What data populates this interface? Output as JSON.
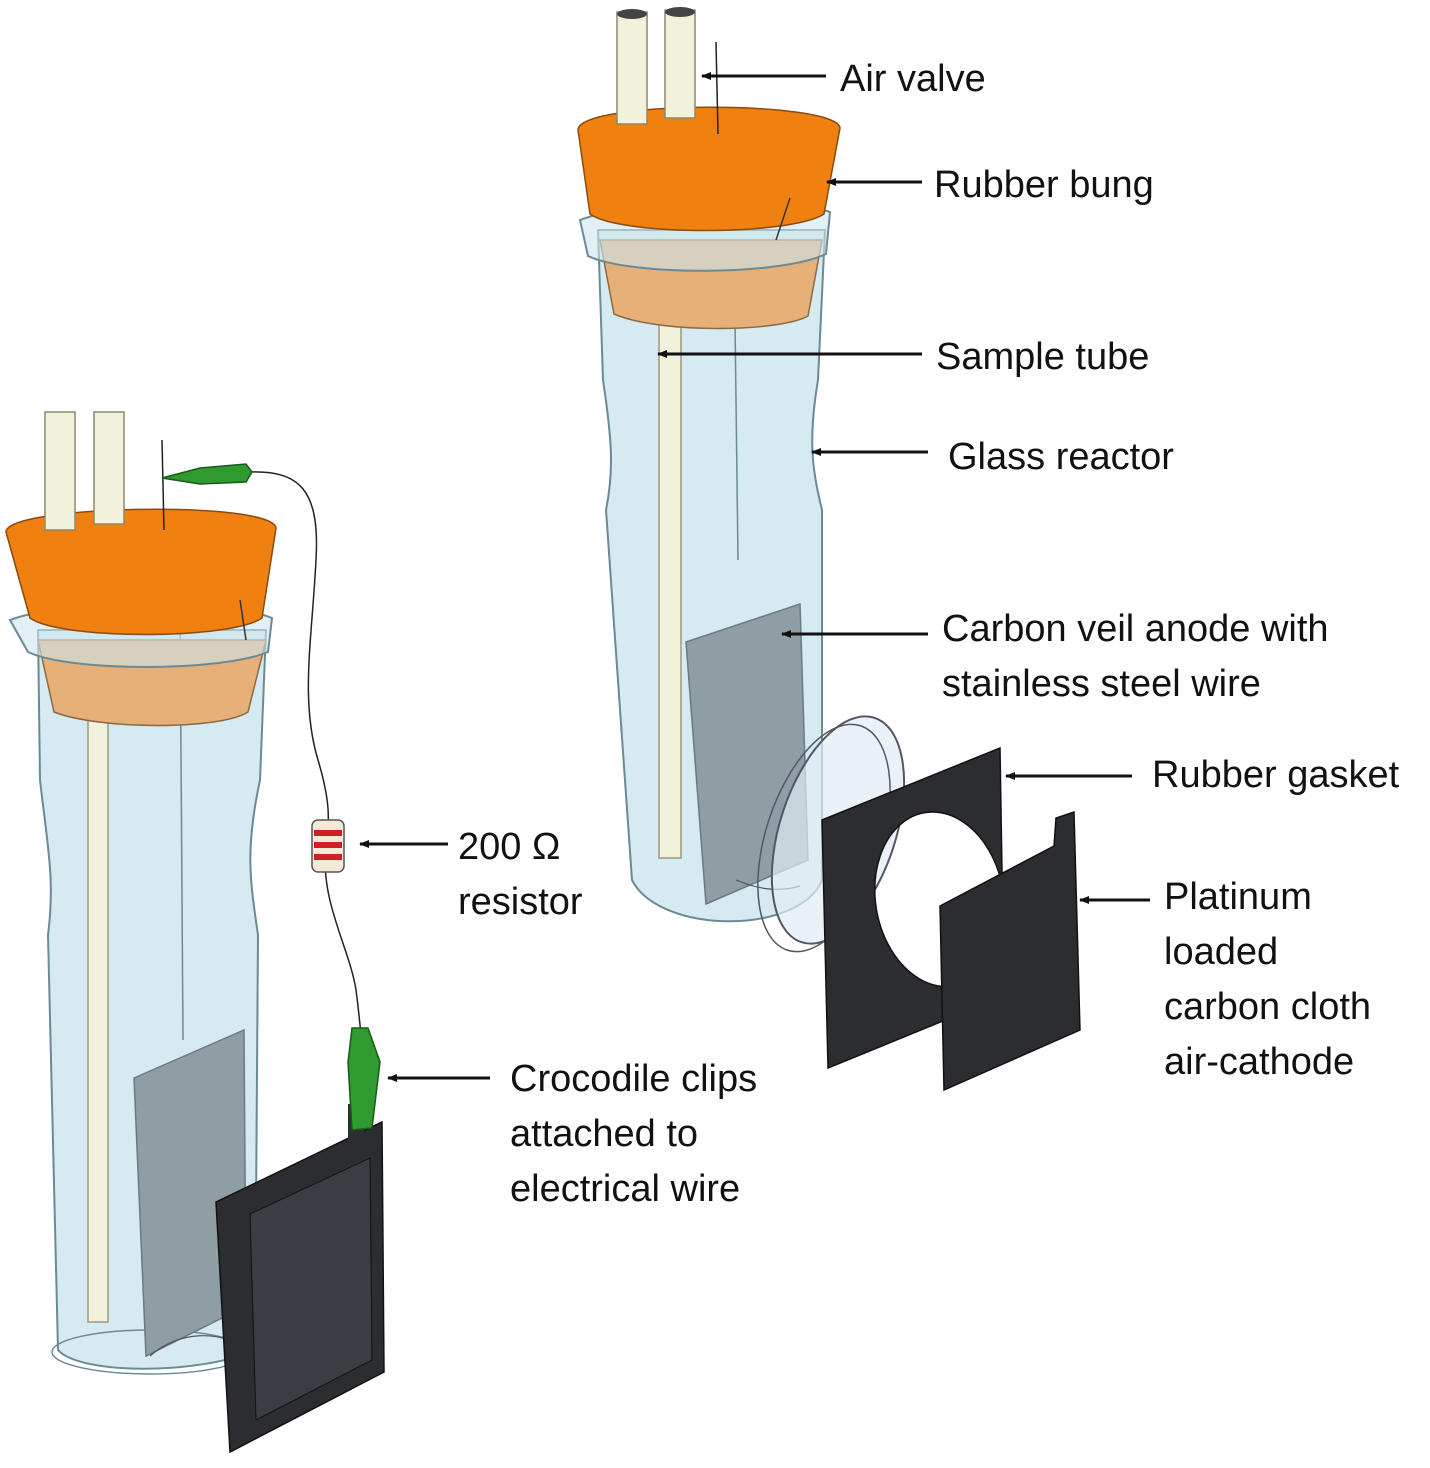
{
  "labels": {
    "air_valve": "Air valve",
    "rubber_bung": "Rubber bung",
    "sample_tube": "Sample tube",
    "glass_reactor": "Glass reactor",
    "anode_line1": "Carbon veil anode with",
    "anode_line2": "stainless steel wire",
    "rubber_gasket": "Rubber gasket",
    "cathode_line1": "Platinum",
    "cathode_line2": "loaded",
    "cathode_line3": "carbon cloth",
    "cathode_line4": "air-cathode",
    "resistor_line1": "200 Ω",
    "resistor_line2": "resistor",
    "clips_line1": "Crocodile clips",
    "clips_line2": "attached to",
    "clips_line3": "electrical wire"
  },
  "colors": {
    "bung": "#f08010",
    "bung_dark": "#b85a10",
    "bung_inside": "#e6b078",
    "glass": "#cfe6ee",
    "glass_edge": "#6a8a96",
    "tube": "#f1f1dc",
    "anode": "#8e9ea4",
    "cathode": "#2b2d30",
    "clip": "#2f9a2f",
    "arrow": "#111111"
  }
}
